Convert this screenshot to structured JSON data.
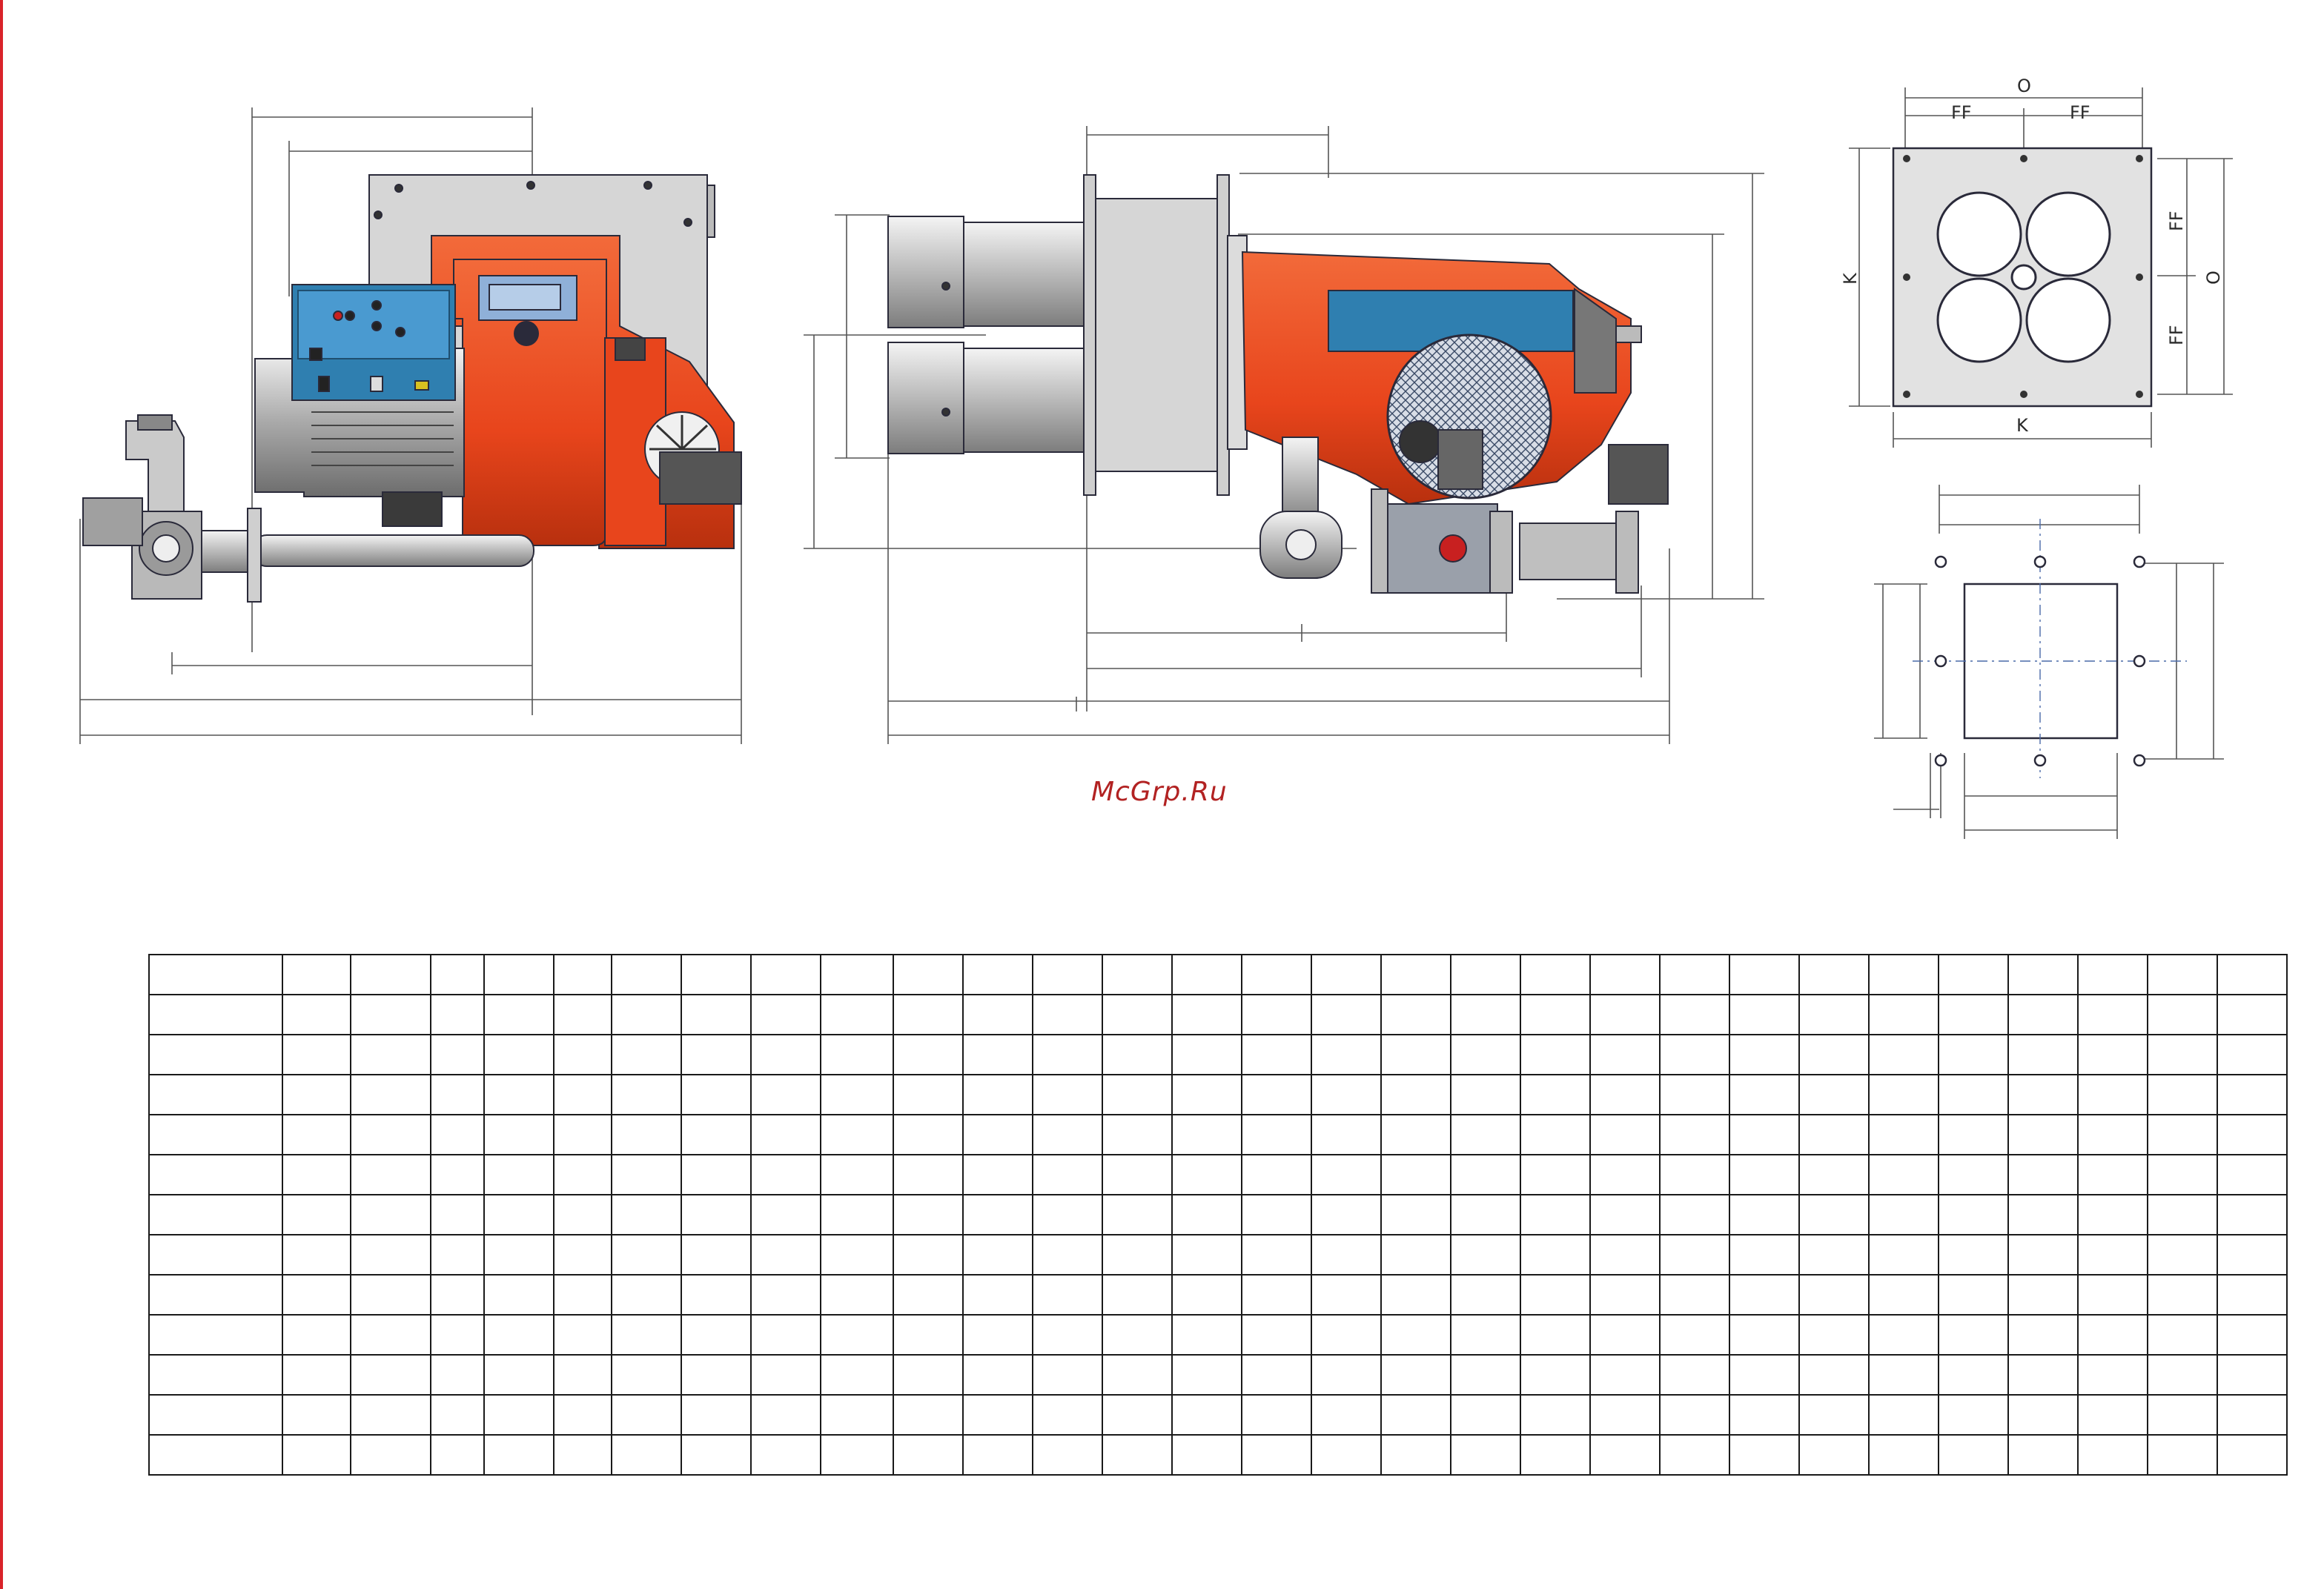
{
  "watermark": "McGrp.Ru",
  "flange_labels": {
    "o_top": "O",
    "ff_left": "FF",
    "ff_right": "FF",
    "k_left": "K",
    "k_bottom": "K",
    "ff_upper_right": "FF",
    "ff_lower_right": "FF",
    "o_right": "O"
  },
  "colors": {
    "burner_body": "#e8451c",
    "control_panel": "#2f7fb0",
    "steel": "#cfcfcf",
    "outline": "#2a2a3a"
  },
  "table": {
    "rows": 13,
    "columns": 30
  }
}
